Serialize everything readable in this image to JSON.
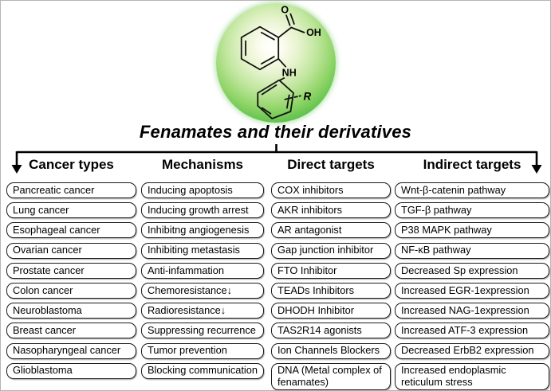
{
  "title": "Fenamates and their derivatives",
  "molecule": {
    "labels": {
      "carbonyl_o": "O",
      "hydroxyl": "OH",
      "amine": "NH",
      "r_group": "R"
    },
    "glow_color": "#3aa93c"
  },
  "columns": [
    {
      "header": "Cancer types",
      "items": [
        "Pancreatic cancer",
        "Lung cancer",
        "Esophageal cancer",
        "Ovarian cancer",
        "Prostate cancer",
        "Colon cancer",
        "Neuroblastoma",
        "Breast cancer",
        "Nasopharyngeal cancer",
        "Glioblastoma"
      ]
    },
    {
      "header": "Mechanisms",
      "items": [
        "Inducing apoptosis",
        "Inducing growth arrest",
        "Inhibitng angiogenesis",
        "Inhibiting metastasis",
        "Anti-infammation",
        "Chemoresistance↓",
        "Radioresistance↓",
        "Suppressing recurrence",
        "Tumor prevention",
        "Blocking communication"
      ]
    },
    {
      "header": "Direct targets",
      "items": [
        "COX inhibitors",
        "AKR inhibitors",
        "AR antagonist",
        "Gap junction inhibitor",
        "FTO Inhibitor",
        "TEADs Inhibitors",
        "DHODH Inhibitor",
        "TAS2R14 agonists",
        "Ion Channels Blockers",
        "DNA (Metal complex of fenamates)"
      ]
    },
    {
      "header": "Indirect targets",
      "items": [
        "Wnt-β-catenin pathway",
        "TGF-β pathway",
        "P38 MAPK pathway",
        "NF-κB pathway",
        "Decreased Sp expression",
        "Increased EGR-1expression",
        "Increased NAG-1expression",
        "Increased ATF-3 expression",
        "Decreased ErbB2 expression",
        "Increased endoplasmic reticulum stress"
      ]
    }
  ]
}
